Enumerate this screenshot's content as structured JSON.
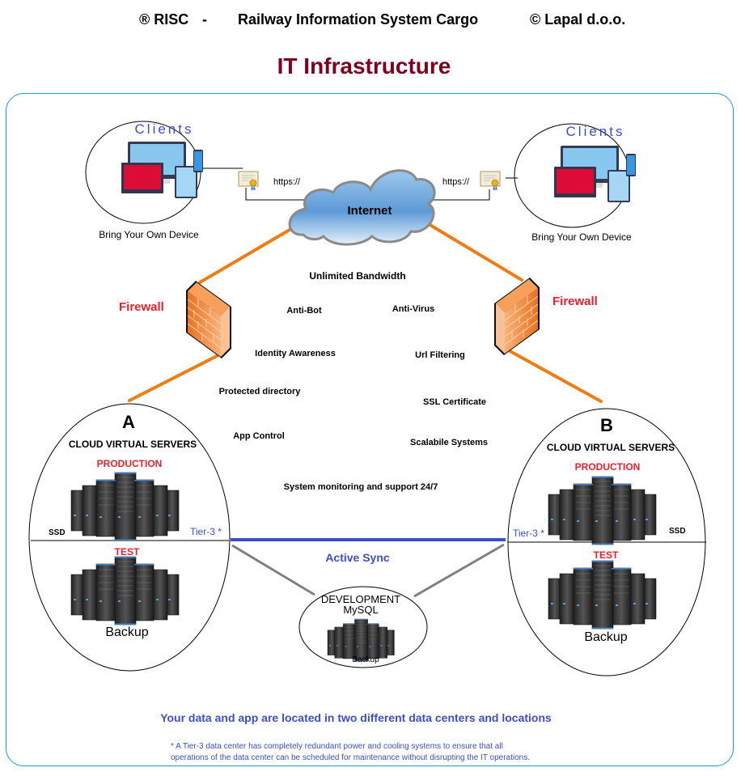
{
  "header": {
    "brand": "® RISC",
    "separator": "-",
    "system_name": "Railway  Information System Cargo",
    "copyright": "© Lapal d.o.o."
  },
  "page_title": "IT Infrastructure",
  "colors": {
    "title": "#800020",
    "frame_border": "#1a9ad6",
    "firewall_link": "#f07c14",
    "active_sync": "#3c4ec8",
    "dev_link": "#7f7f7f",
    "alert_red": "#e8202a",
    "accent_blue": "#3c4ec8"
  },
  "clients_left": {
    "title": "Clients",
    "caption": "Bring Your Own Device",
    "protocol": "https://",
    "icons": [
      "devices-icon",
      "ssl-certificate-icon"
    ]
  },
  "clients_right": {
    "title": "Clients",
    "caption": "Bring Your Own Device",
    "protocol": "https://",
    "icons": [
      "devices-icon",
      "ssl-certificate-icon"
    ]
  },
  "internet": {
    "label": "Internet",
    "icon": "cloud-icon"
  },
  "firewall_left": {
    "label": "Firewall",
    "icon": "firewall-icon"
  },
  "firewall_right": {
    "label": "Firewall",
    "icon": "firewall-icon"
  },
  "features": {
    "bandwidth": "Unlimited Bandwidth",
    "left": [
      "Anti-Bot",
      "Identity Awareness",
      "Protected directory",
      "App Control"
    ],
    "right": [
      "Anti-Virus",
      "Url Filtering",
      "SSL Certificate",
      "Scalabile Systems"
    ],
    "support": "System monitoring and support 24/7"
  },
  "datacenter_a": {
    "letter": "A",
    "title": "CLOUD VIRTUAL SERVERS",
    "production": "PRODUCTION",
    "storage": "SSD",
    "tier": "Tier-3 *",
    "test": "TEST",
    "backup": "Backup",
    "icon": "server-rack-icon"
  },
  "datacenter_b": {
    "letter": "B",
    "title": "CLOUD VIRTUAL SERVERS",
    "production": "PRODUCTION",
    "storage": "SSD",
    "tier": "Tier-3 *",
    "test": "TEST",
    "backup": "Backup",
    "icon": "server-rack-icon"
  },
  "sync": {
    "label": "Active Sync"
  },
  "development": {
    "line1": "DEVELOPMENT",
    "line2": "MySQL",
    "backup": "Backup",
    "icon": "server-rack-icon"
  },
  "bottom_note": "Your data and app are located in two different data centers and locations",
  "footnote": {
    "line1": "* A Tier-3 data center has completely redundant power and cooling systems to ensure that all",
    "line2": "operations of the data center can be scheduled for maintenance without disrupting the IT operations."
  }
}
